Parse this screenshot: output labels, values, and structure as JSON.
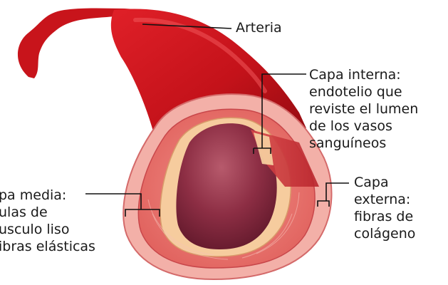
{
  "labels": {
    "arteria": "Arteria",
    "capa_interna": [
      "Capa interna:",
      "endotelio que",
      "reviste el lumen",
      "de los vasos",
      "sanguíneos"
    ],
    "capa_media": [
      "pa media:",
      "ulas de",
      "usculo liso",
      "ibras elásticas"
    ],
    "capa_externa": [
      "Capa",
      "externa:",
      "fibras de",
      "colágeno"
    ]
  },
  "colors": {
    "vessel_red": "#d0131a",
    "vessel_dark": "#9a0d12",
    "outer_wall": "#f2a29a",
    "middle_wall": "#e8756f",
    "inner_wall": "#f8d2a8",
    "lumen": "#8a2a3d",
    "leader_line": "#111111"
  }
}
